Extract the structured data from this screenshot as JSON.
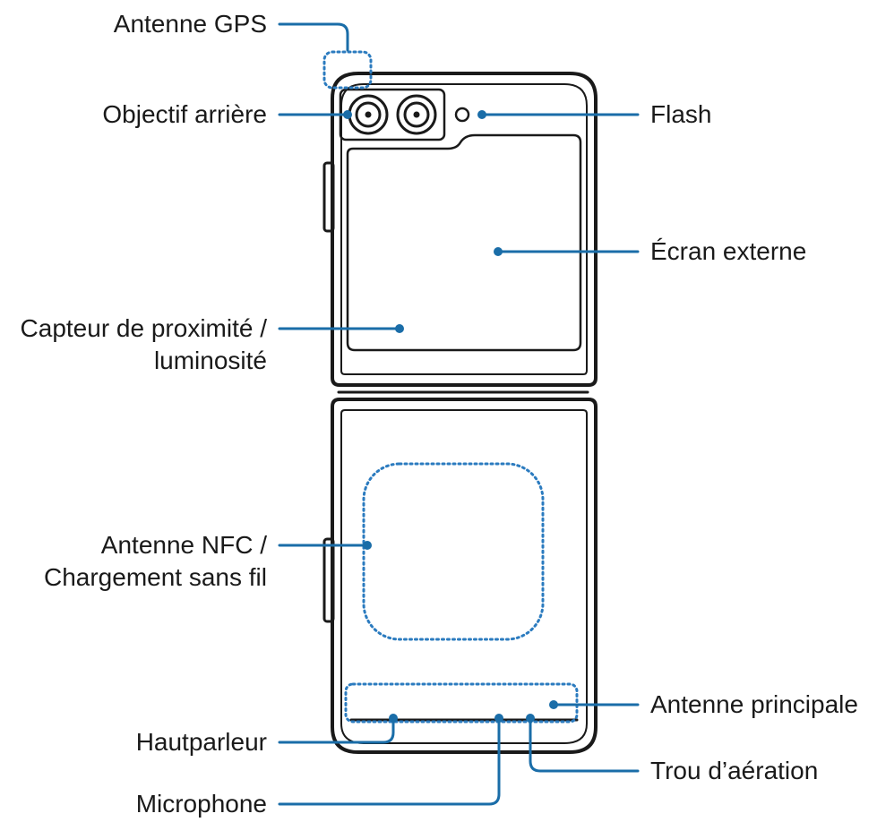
{
  "colors": {
    "outline": "#1a1a1a",
    "callout": "#1a6da8",
    "dotted": "#2b7bbf",
    "label_text": "#1a1a1a",
    "background": "#ffffff"
  },
  "labels": {
    "gps_antenna": "Antenne GPS",
    "rear_lens": "Objectif arrière",
    "flash": "Flash",
    "external_screen": "Écran externe",
    "proximity_sensor_line1": "Capteur de proximité /",
    "proximity_sensor_line2": "luminosité",
    "nfc_line1": "Antenne NFC /",
    "nfc_line2": "Chargement sans fil",
    "main_antenna": "Antenne principale",
    "speaker": "Hautparleur",
    "vent_hole": "Trou d’aération",
    "microphone": "Microphone"
  },
  "icons": {
    "rear_camera_lens": "camera-lens-icon",
    "flash": "flash-icon"
  }
}
